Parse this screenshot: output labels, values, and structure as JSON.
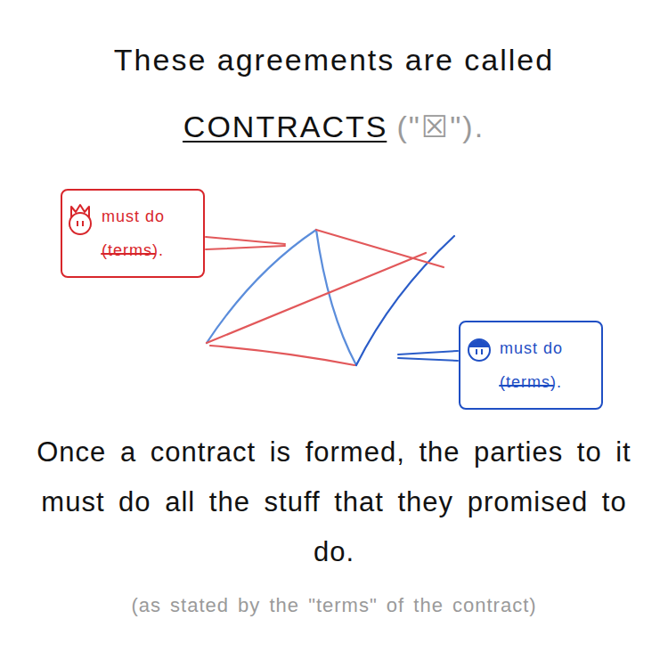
{
  "diagram": {
    "title": "These agreements are called CONTRACTS",
    "nodes": [
      {
        "text": [
          "must do (terms)."
        ]
      },
      {
        "text": [
          "must do (terms)."
        ]
      }
    ],
    "labels": [
      "(\"☒\").",
      "Once a contract is formed, the parties to it must do all the stuff that they promised to do.",
      "(as stated by the \"terms\" of the contract)"
    ]
  }
}
